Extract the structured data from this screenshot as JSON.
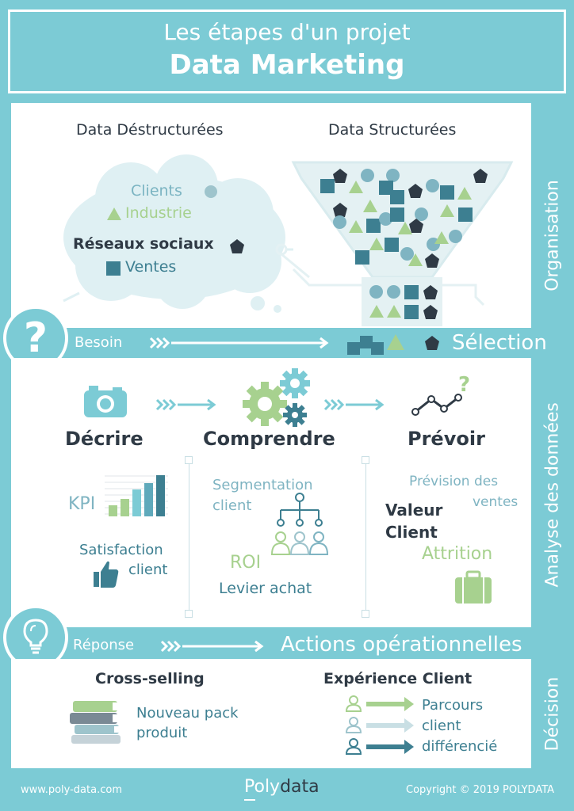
{
  "header": {
    "title_line1": "Les étapes d'un projet",
    "title_line2": "Data Marketing"
  },
  "side_labels": {
    "organisation": "Organisation",
    "analyse": "Analyse des données",
    "decision": "Décision"
  },
  "organisation": {
    "unstructured_title": "Data Déstructurées",
    "structured_title": "Data Structurées",
    "cloud_items": [
      "Clients",
      "Industrie",
      "Réseaux sociaux",
      "Ventes"
    ]
  },
  "band1": {
    "left": "Besoin",
    "right": "Sélection"
  },
  "analyse": {
    "steps": [
      "Décrire",
      "Comprendre",
      "Prévoir"
    ],
    "kpi": "KPI",
    "satisfaction": [
      "Satisfaction",
      "client"
    ],
    "segmentation": [
      "Segmentation",
      "client"
    ],
    "roi": "ROI",
    "levier": "Levier achat",
    "prevision": [
      "Prévision des",
      "ventes"
    ],
    "valeur": [
      "Valeur",
      "Client"
    ],
    "attrition": "Attrition"
  },
  "band2": {
    "left": "Réponse",
    "right": "Actions opérationnelles"
  },
  "decision": {
    "cross_title": "Cross-selling",
    "pack": [
      "Nouveau pack",
      "produit"
    ],
    "exp_title": "Expérience Client",
    "parcours": [
      "Parcours",
      "client",
      "différencié"
    ]
  },
  "footer": {
    "website": "www.poly-data.com",
    "logo_a": "Poly",
    "logo_b": "data",
    "copyright": "Copyright © 2019 POLYDATA"
  },
  "colors": {
    "teal_bg": "#7ccbd5",
    "dark": "#2f3a45",
    "teal_dark": "#3d7f91",
    "green": "#a7d18f"
  }
}
